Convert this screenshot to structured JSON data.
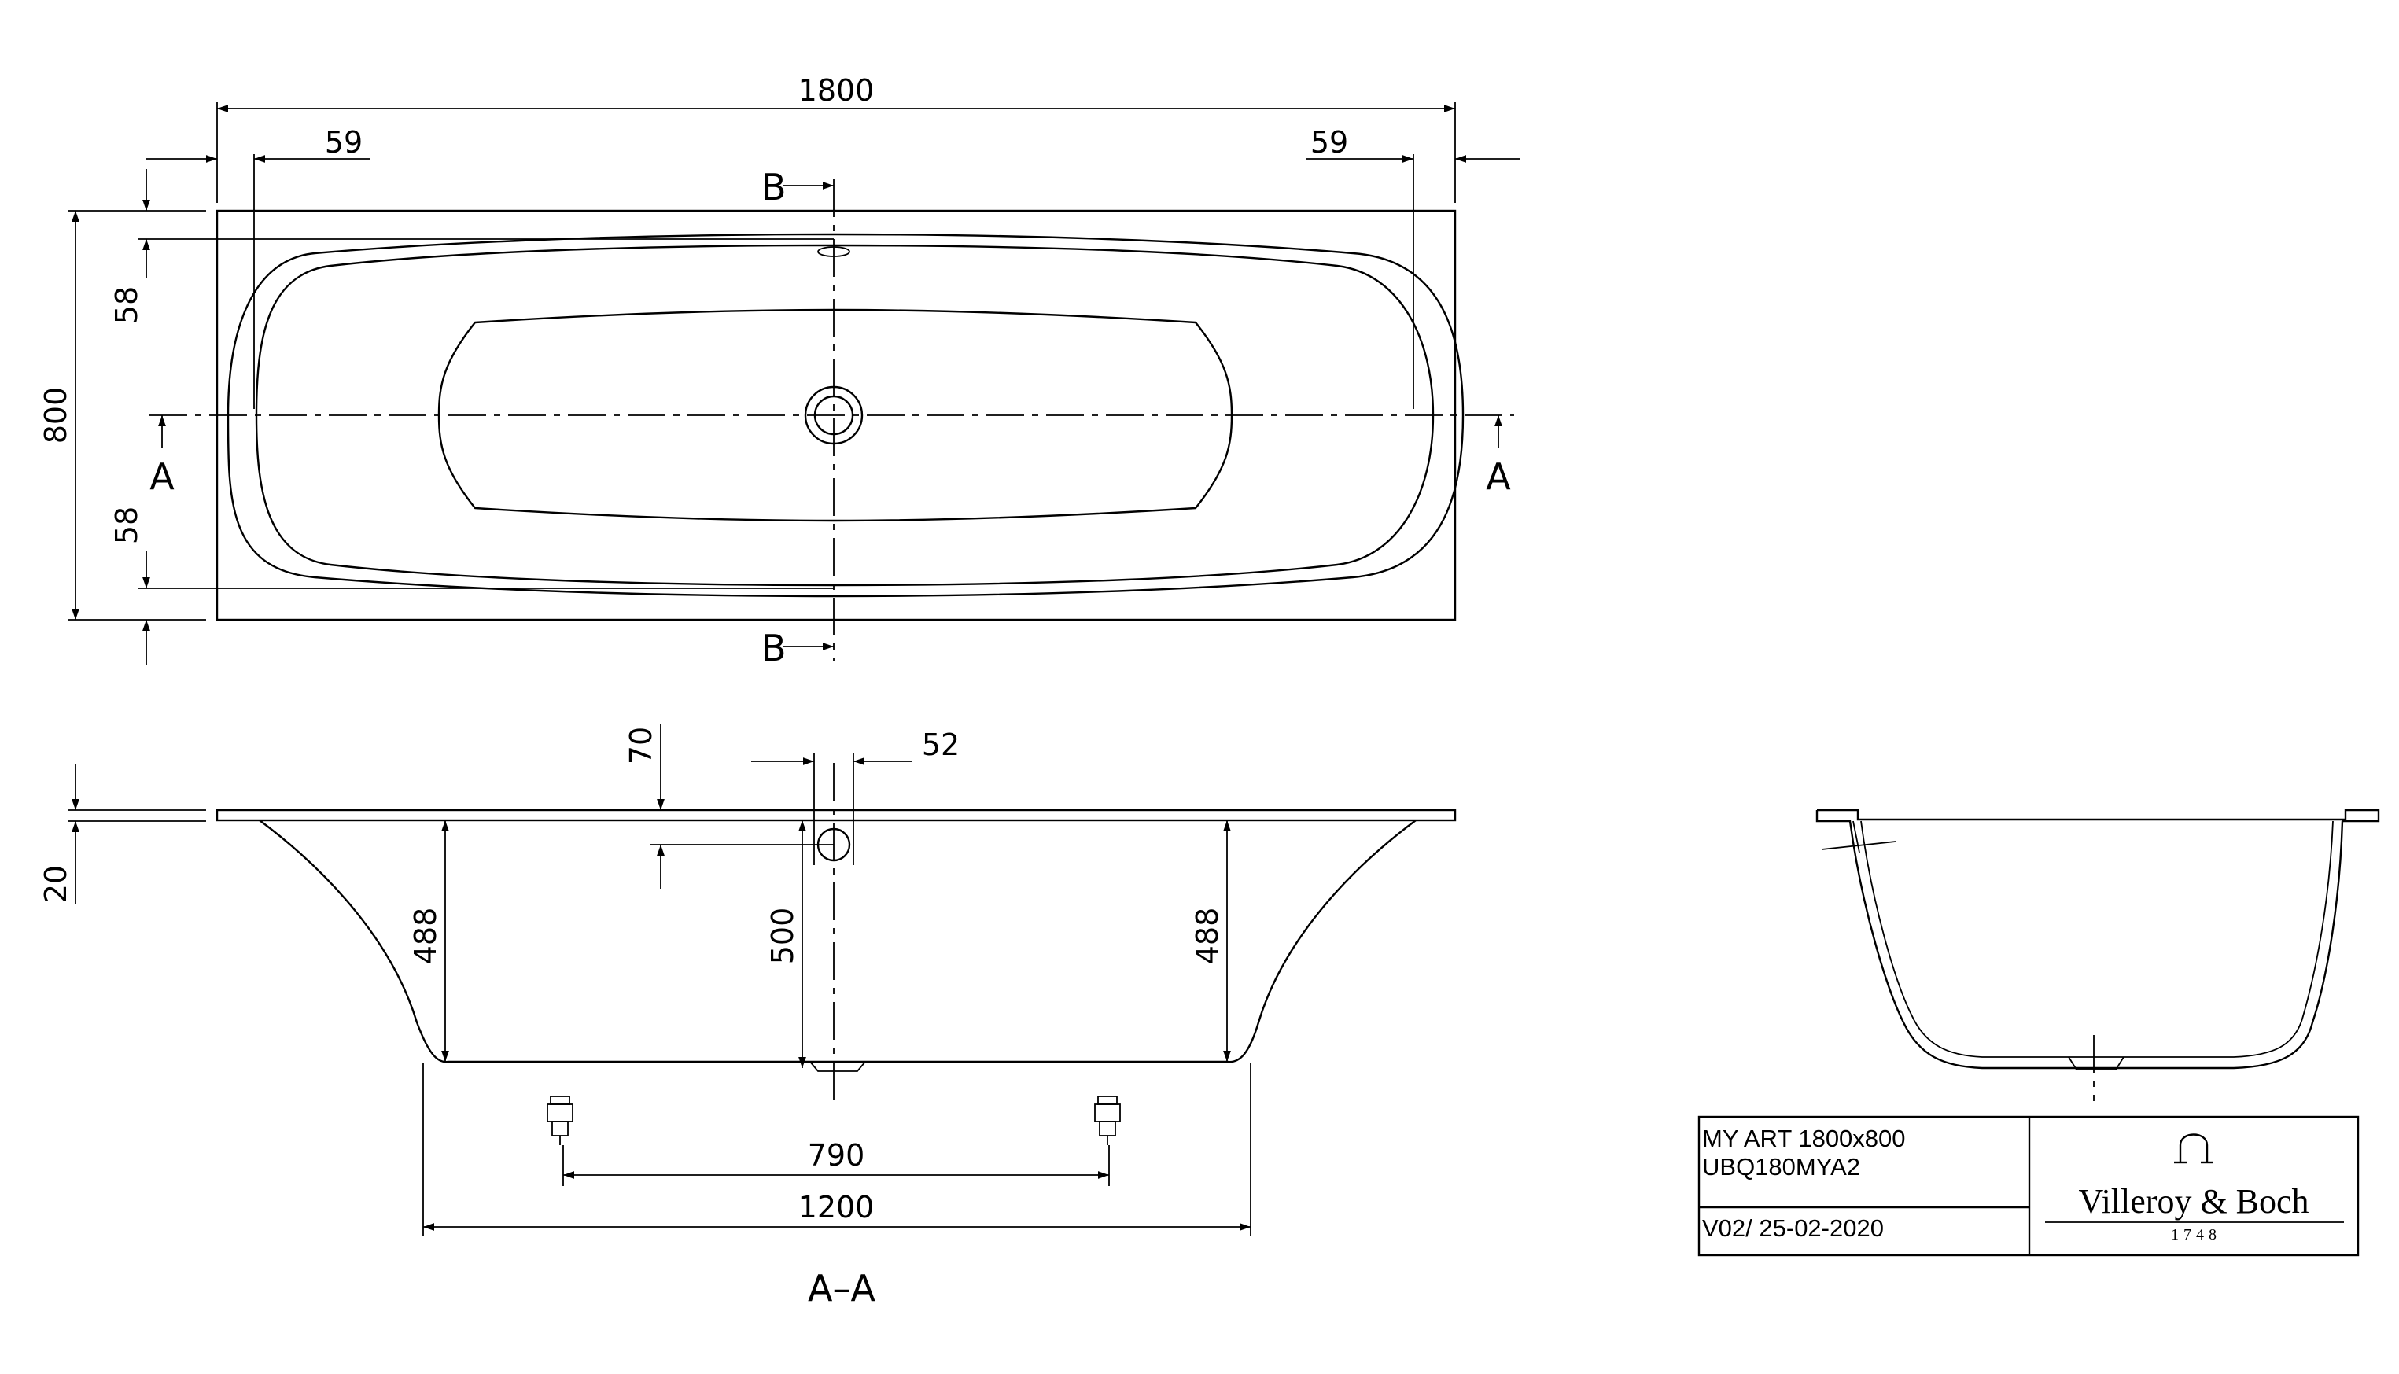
{
  "top_view": {
    "dim_overall_length": "1800",
    "dim_left_rim": "59",
    "dim_right_rim": "59",
    "dim_width": "800",
    "dim_top_rim": "58",
    "dim_bottom_rim": "58",
    "section_marker_b": "B",
    "section_marker_a": "A"
  },
  "section_aa": {
    "label": "A–A",
    "dim_rim_thickness": "20",
    "dim_overflow_depth": "70",
    "dim_overflow_diameter": "52",
    "dim_depth_left": "488",
    "dim_depth_center": "500",
    "dim_depth_right": "488",
    "dim_feet_spacing": "790",
    "dim_floor_length": "1200"
  },
  "title_block": {
    "product_name": "MY ART 1800x800",
    "product_code": "UBQ180MYA2",
    "version": "V02/ 25-02-2020",
    "brand": "Villeroy & Boch",
    "since": "1748"
  }
}
